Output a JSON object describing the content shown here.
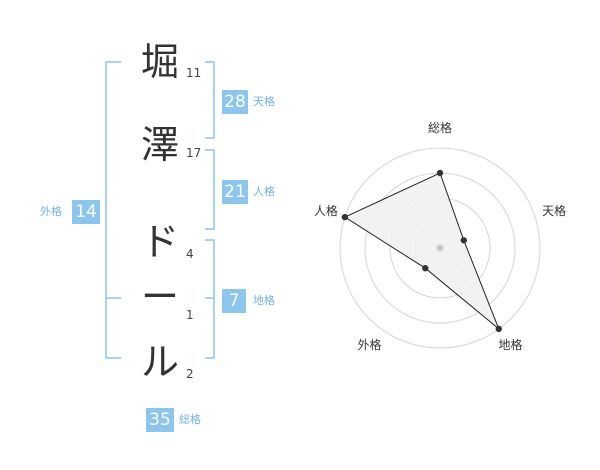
{
  "name": {
    "chars": [
      {
        "ch": "堀",
        "strokes": "11"
      },
      {
        "ch": "澤",
        "strokes": "17"
      },
      {
        "ch": "ド",
        "strokes": "4"
      },
      {
        "ch": "ー",
        "strokes": "1"
      },
      {
        "ch": "ル",
        "strokes": "2"
      }
    ]
  },
  "kaku": {
    "tenkaku": {
      "label": "天格",
      "value": "28"
    },
    "jinkaku": {
      "label": "人格",
      "value": "21"
    },
    "chikaku": {
      "label": "地格",
      "value": "7"
    },
    "gaikaku": {
      "label": "外格",
      "value": "14"
    },
    "soukaku": {
      "label": "総格",
      "value": "35"
    }
  },
  "colors": {
    "accent": "#8cc6ee",
    "bracket": "#8cc6ee"
  },
  "chart_data": {
    "type": "radar",
    "axes": [
      "総格",
      "天格",
      "地格",
      "外格",
      "人格"
    ],
    "levels": 4,
    "range": [
      0,
      4
    ],
    "values": [
      3,
      1,
      4,
      1,
      4
    ]
  }
}
